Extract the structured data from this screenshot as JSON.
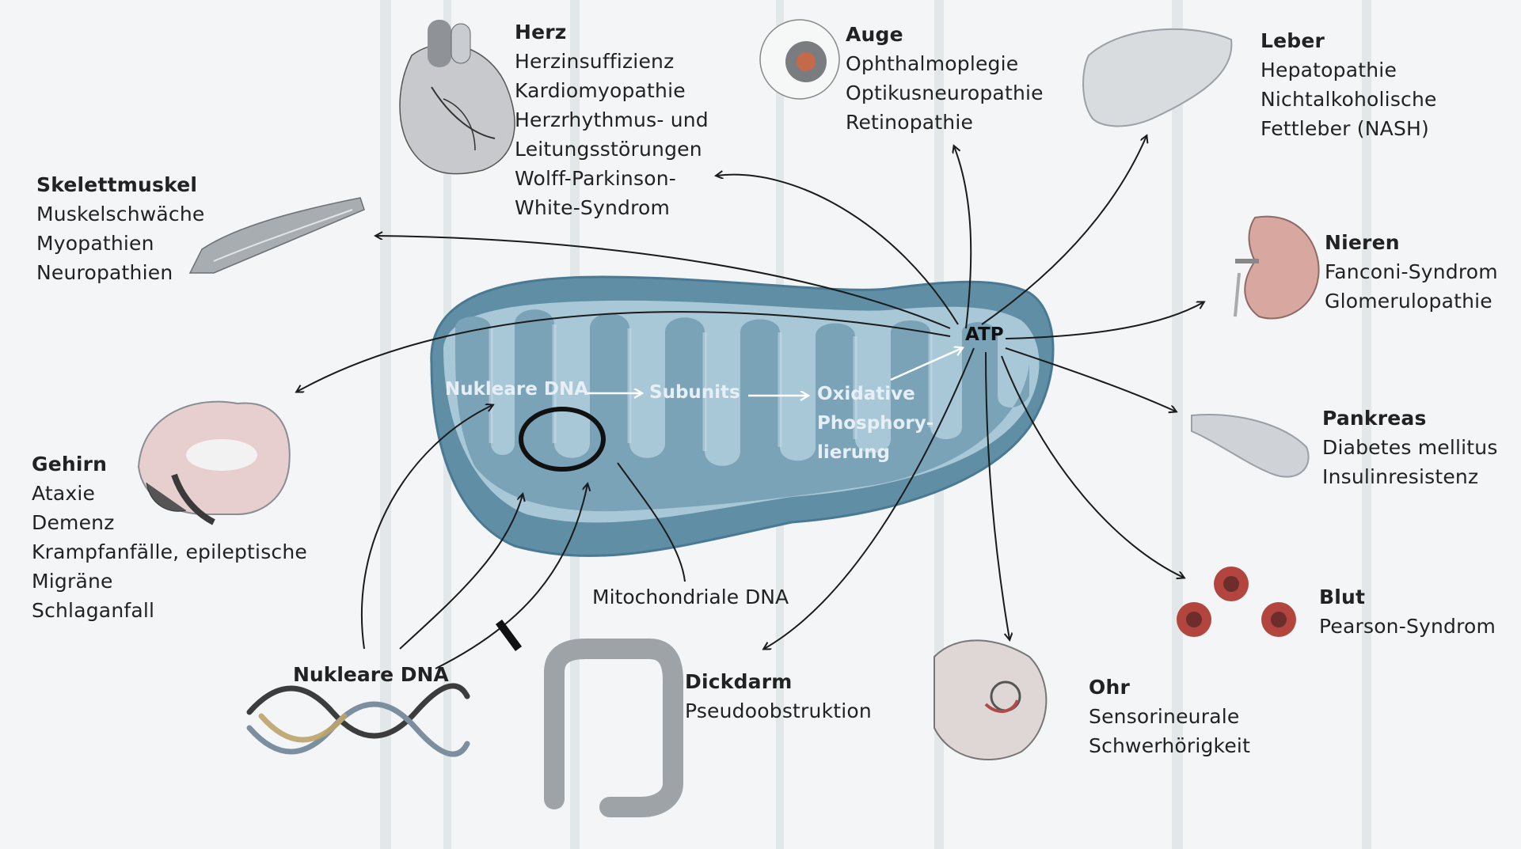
{
  "colors": {
    "background": "#f3f5f7",
    "mitochondrion_outer": "#5f8ea5",
    "mitochondrion_inner": "#a9c8d7",
    "cristae_fill": "#7aa3b8",
    "text": "#222222",
    "inner_text": "#e6eff5"
  },
  "mitochondrion": {
    "nuclear_dna": "Nukleare DNA",
    "subunits": "Subunits",
    "oxphos_line1": "Oxidative",
    "oxphos_line2": "Phosphory-",
    "oxphos_line3": "lierung",
    "atp": "ATP",
    "mito_dna": "Mitochondriale DNA"
  },
  "nucleus_dna": {
    "label": "Nukleare DNA"
  },
  "organs": {
    "herz": {
      "title": "Herz",
      "items": [
        "Herzinsuffizienz",
        "Kardiomyopathie",
        "Herzrhythmus- und",
        "Leitungsstörungen",
        "Wolff-Parkinson-",
        "White-Syndrom"
      ],
      "icon": "heart-icon"
    },
    "auge": {
      "title": "Auge",
      "items": [
        "Ophthalmoplegie",
        "Optikusneuropathie",
        "Retinopathie"
      ],
      "icon": "eye-icon"
    },
    "leber": {
      "title": "Leber",
      "items": [
        "Hepatopathie",
        "Nichtalkoholische",
        "Fettleber (NASH)"
      ],
      "icon": "liver-icon"
    },
    "skelettmuskel": {
      "title": "Skelettmuskel",
      "items": [
        "Muskelschwäche",
        "Myopathien",
        "Neuropathien"
      ],
      "icon": "muscle-icon"
    },
    "nieren": {
      "title": "Nieren",
      "items": [
        "Fanconi-Syndrom",
        "Glomerulopathie"
      ],
      "icon": "kidney-icon"
    },
    "pankreas": {
      "title": "Pankreas",
      "items": [
        "Diabetes mellitus",
        "Insulinresistenz"
      ],
      "icon": "pancreas-icon"
    },
    "gehirn": {
      "title": "Gehirn",
      "items": [
        "Ataxie",
        "Demenz",
        "Krampfanfälle, epileptische",
        "Migräne",
        "Schlaganfall"
      ],
      "icon": "brain-icon"
    },
    "blut": {
      "title": "Blut",
      "items": [
        "Pearson-Syndrom"
      ],
      "icon": "blood-cells-icon"
    },
    "ohr": {
      "title": "Ohr",
      "items": [
        "Sensorineurale",
        "Schwerhörigkeit"
      ],
      "icon": "ear-icon"
    },
    "dickdarm": {
      "title": "Dickdarm",
      "items": [
        "Pseudoobstruktion"
      ],
      "icon": "colon-icon"
    }
  }
}
